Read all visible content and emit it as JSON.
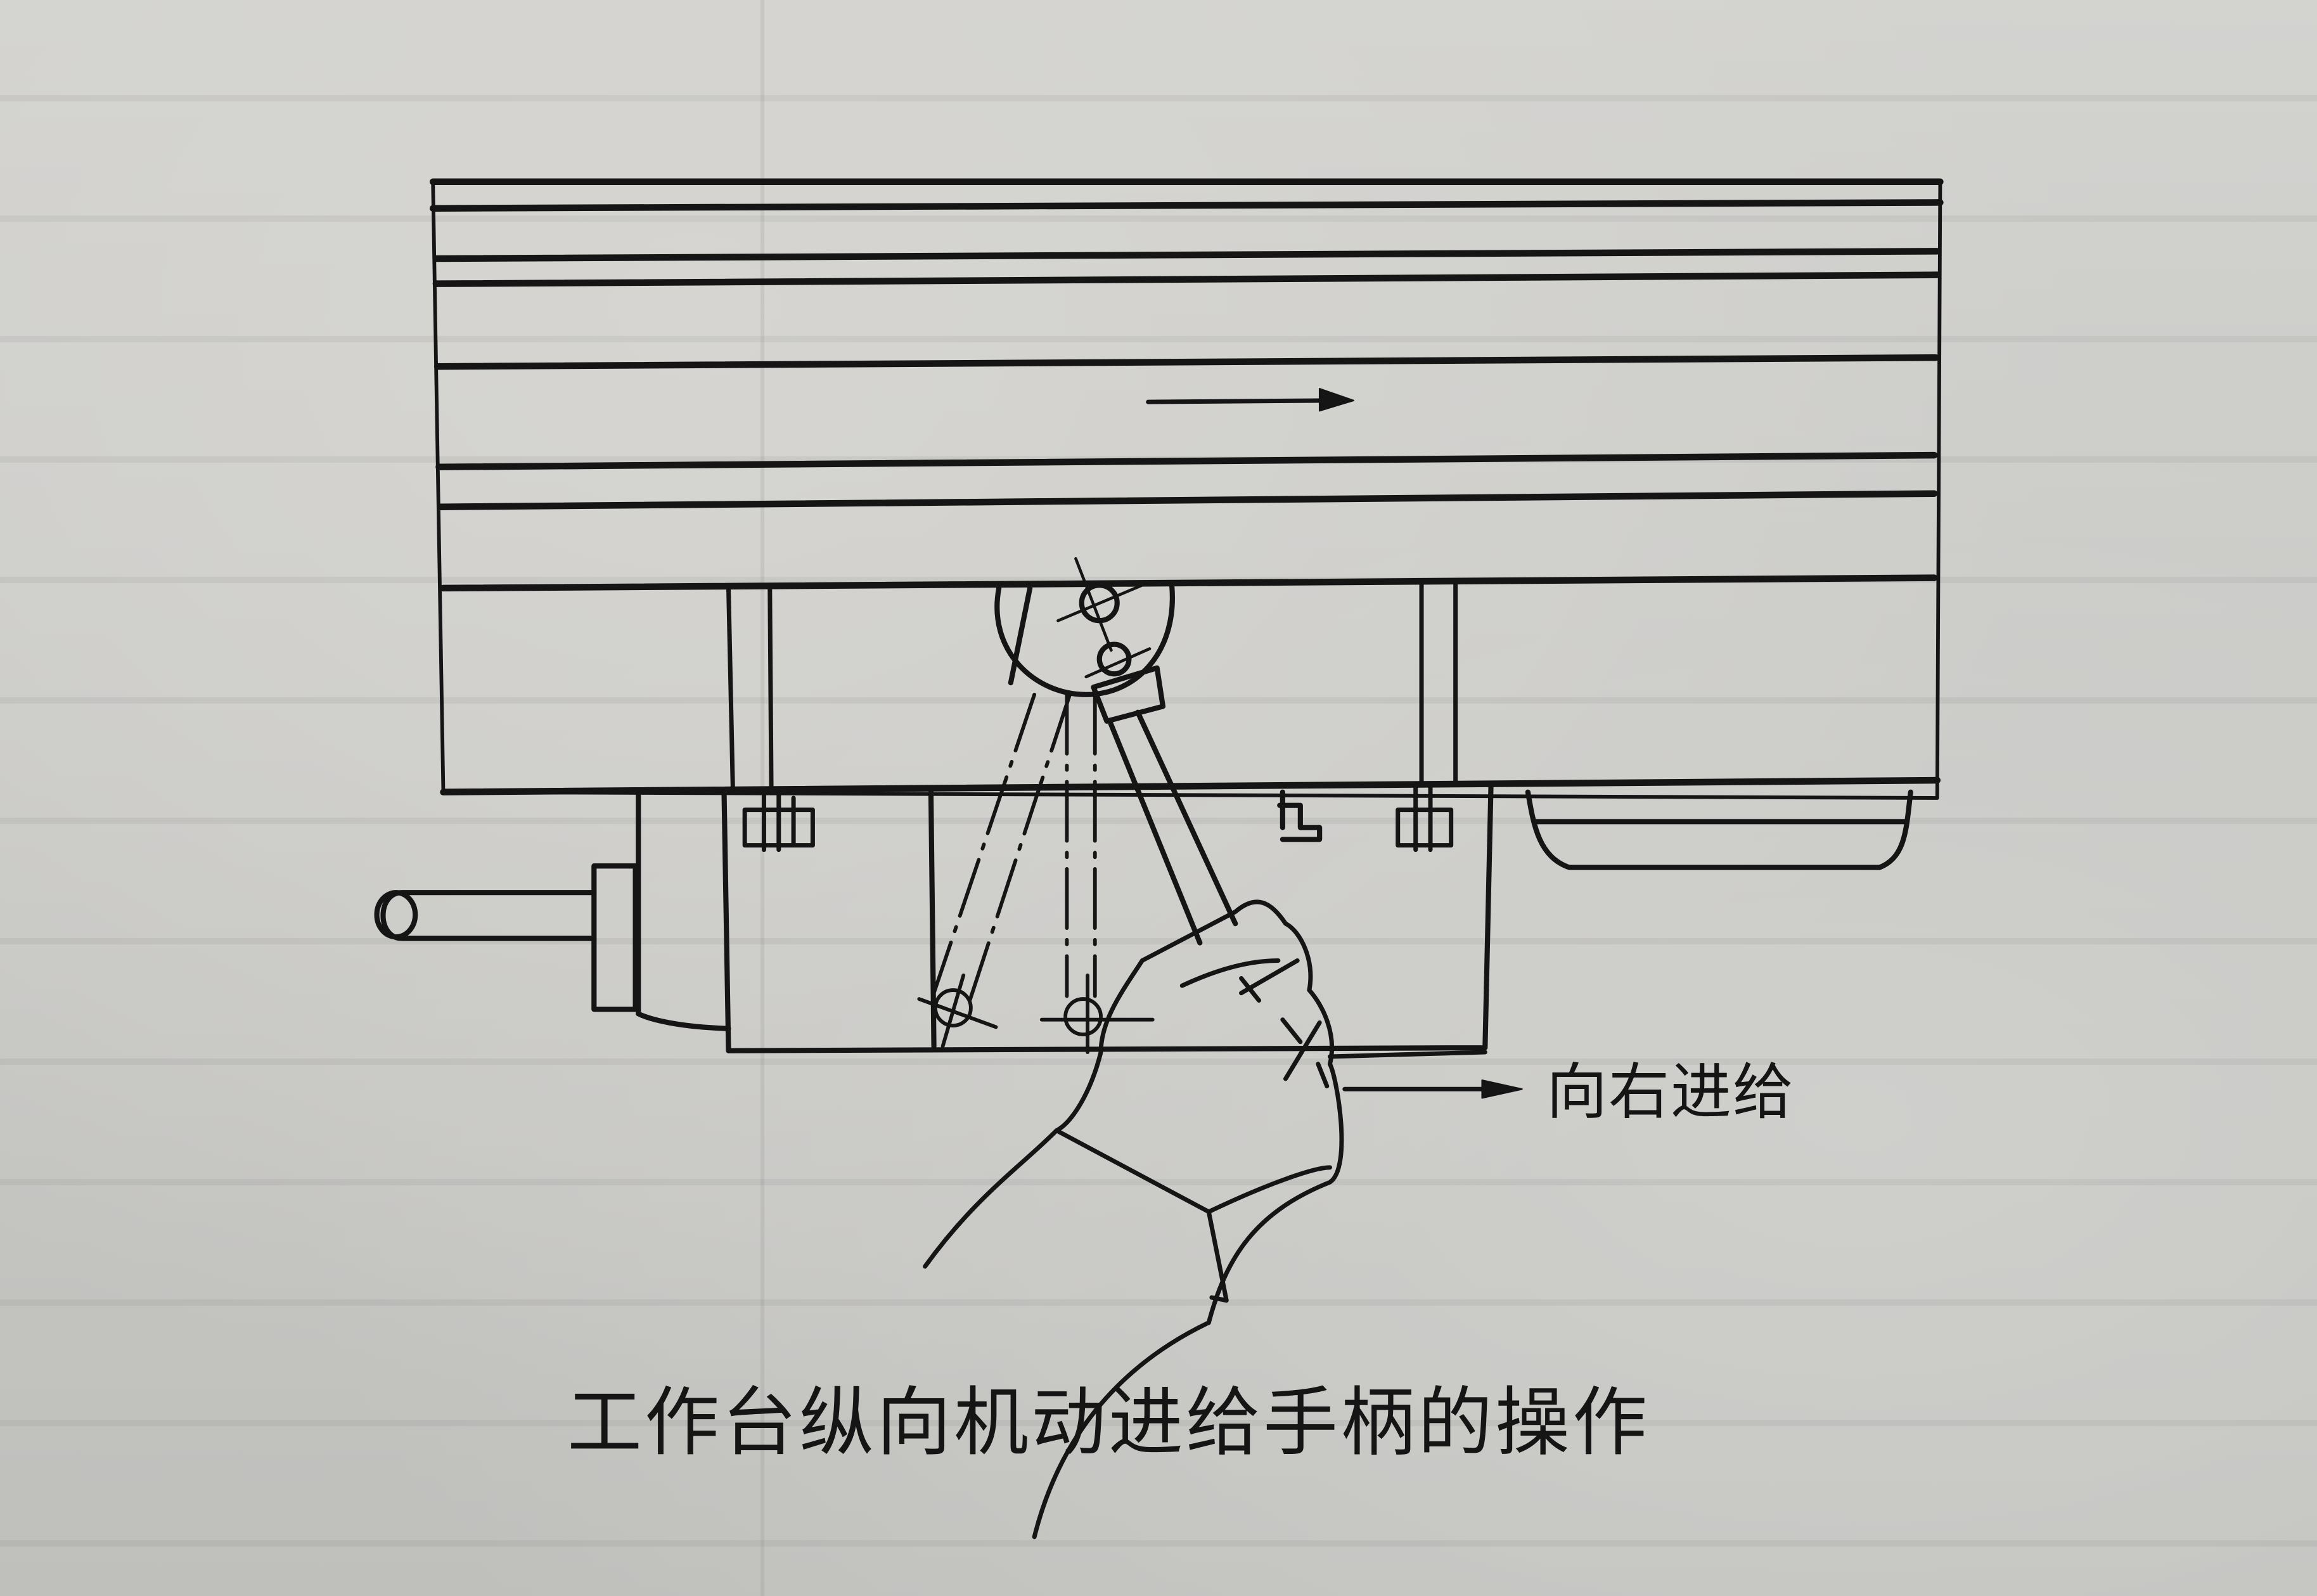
{
  "figure": {
    "caption": "工作台纵向机动进给手柄的操作",
    "annotation_right": "向右进给",
    "table_arrow_direction": "right",
    "label_arrow_direction": "right",
    "components": {
      "worktable": "worktable-slab",
      "lever": "feed-lever",
      "lever_positions": [
        "left",
        "center",
        "right"
      ],
      "hand": "operator-hand",
      "handwheel": "side-handle"
    },
    "colors": {
      "ink": "#151515",
      "paper": "#cdcdca"
    }
  }
}
